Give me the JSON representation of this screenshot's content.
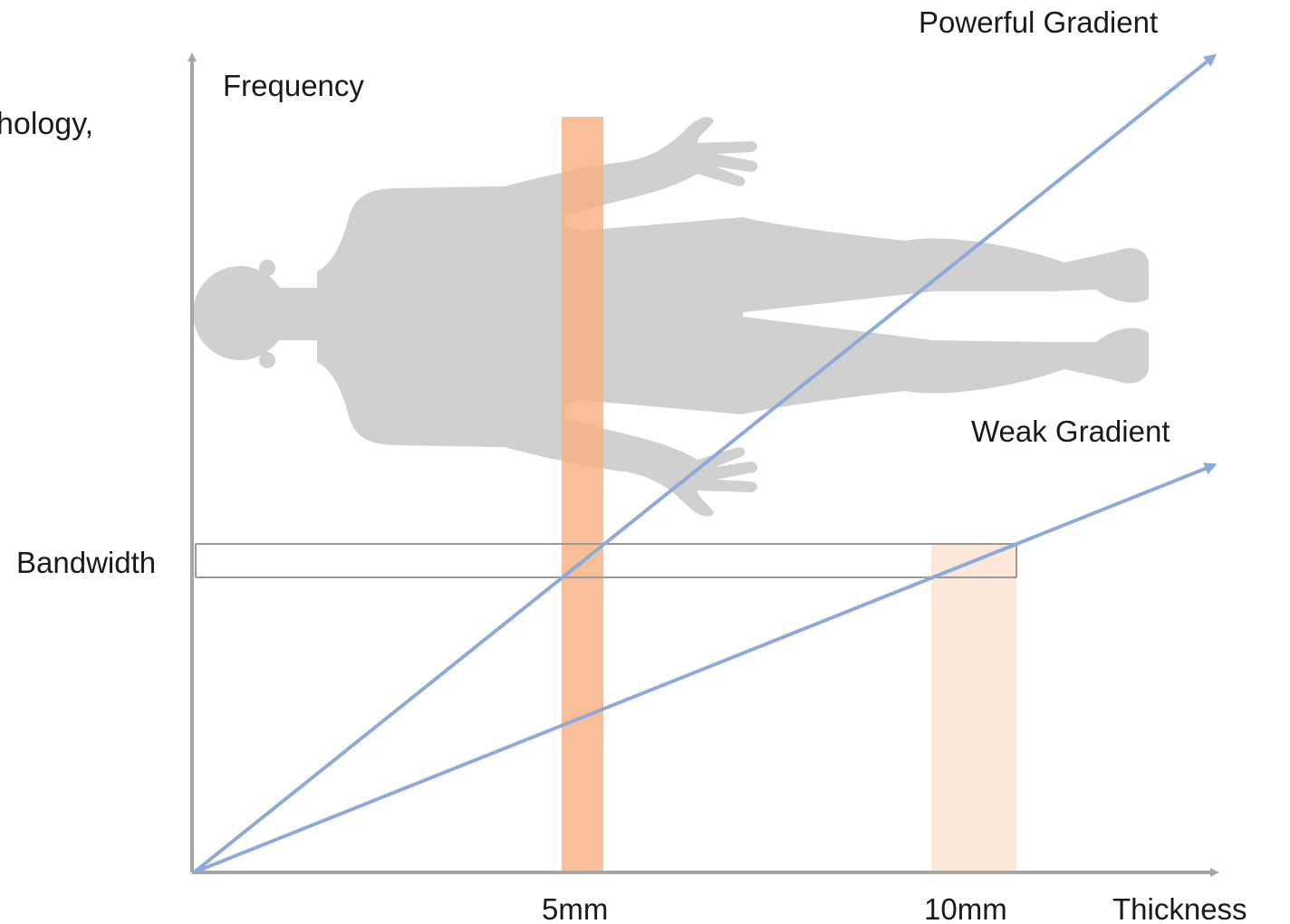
{
  "diagram": {
    "fragment_text": "hology,",
    "axis": {
      "y_label": "Frequency",
      "x_label": "Thickness",
      "bandwidth_label": "Bandwidth"
    },
    "ticks": {
      "tick_5mm": "5mm",
      "tick_10mm": "10mm"
    },
    "lines": {
      "powerful": "Powerful Gradient",
      "weak": "Weak Gradient"
    },
    "colors": {
      "axis": "#a6a6a6",
      "gradient_line": "#8eaadb",
      "slice_5mm": "#f4b183",
      "slice_10mm": "#fbe5d6",
      "body": "#c9c8c9",
      "bandwidth_border": "#9a9a9a"
    },
    "icons": [
      "human-body-silhouette-icon"
    ]
  }
}
